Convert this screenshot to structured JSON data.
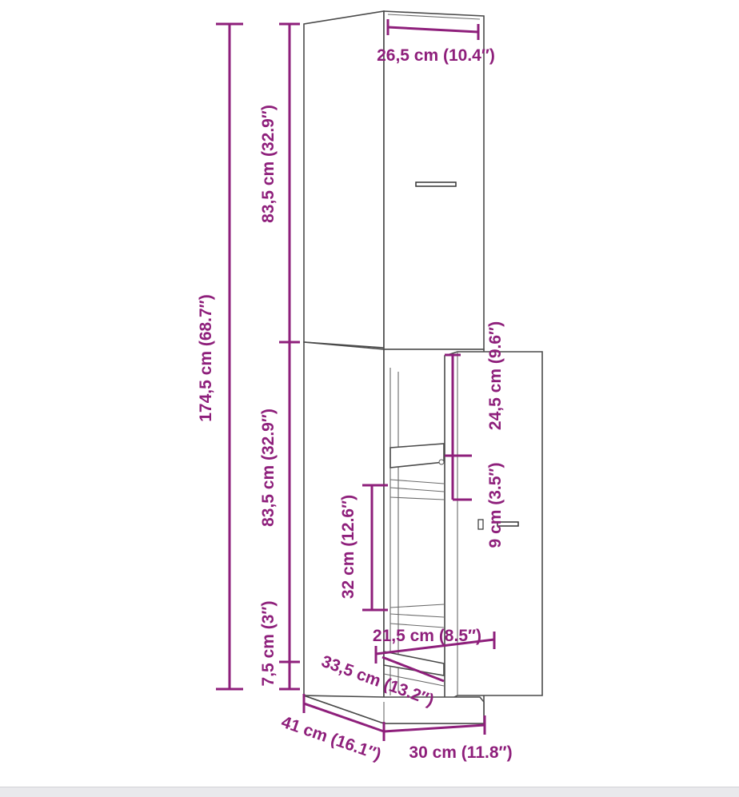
{
  "dimensions": {
    "total_height": "174,5 cm (68.7″)",
    "upper_height": "83,5 cm (32.9″)",
    "lower_height": "83,5 cm (32.9″)",
    "plinth_height": "7,5 cm (3″)",
    "inner_width_top": "26,5 cm (10.4″)",
    "shelf_gap": "24,5 cm (9.6″)",
    "basket_gap": "9 cm (3.5″)",
    "basket_height": "32 cm (12.6″)",
    "basket_width": "21,5 cm (8.5″)",
    "basket_depth": "33,5 cm (13.2″)",
    "depth": "41 cm (16.1″)",
    "width": "30 cm (11.8″)"
  },
  "colors": {
    "dimension": "#8e1f7b",
    "outline": "#4a4a4a"
  }
}
